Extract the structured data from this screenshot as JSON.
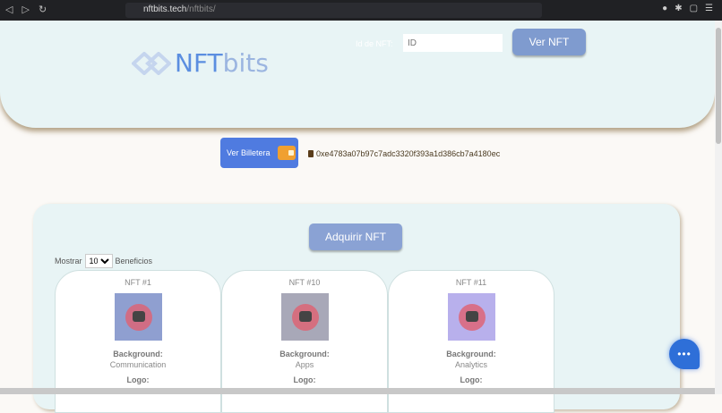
{
  "browser": {
    "url_host": "nftbits.tech",
    "url_path": "/nftbits/"
  },
  "header": {
    "logo_a": "NFT",
    "logo_b": "bits",
    "id_label": "Id de NFT:",
    "id_placeholder": "ID",
    "ver_nft": "Ver NFT"
  },
  "wallet": {
    "button": "Ver Billetera",
    "address": "0xe4783a07b97c7adc3320f393a1d386cb7a4180ec"
  },
  "panel": {
    "adquirir": "Adquirir NFT",
    "mostrar": "Mostrar",
    "page_size": "10",
    "beneficios": "Beneficios",
    "cards": [
      {
        "title": "NFT #1",
        "bg_label": "Background:",
        "bg_value": "Communication",
        "logo_label": "Logo:",
        "color": "#8f9fd0"
      },
      {
        "title": "NFT #10",
        "bg_label": "Background:",
        "bg_value": "Apps",
        "logo_label": "Logo:",
        "color": "#a8a8b8"
      },
      {
        "title": "NFT #11",
        "bg_label": "Background:",
        "bg_value": "Analytics",
        "logo_label": "Logo:",
        "color": "#b8b0ec"
      }
    ]
  }
}
